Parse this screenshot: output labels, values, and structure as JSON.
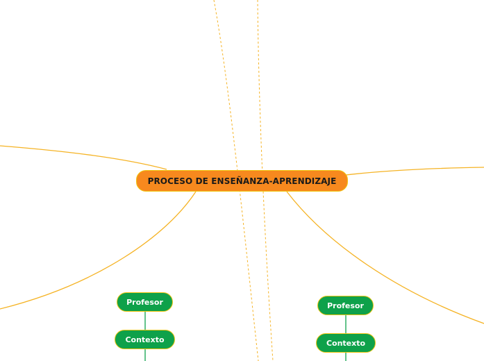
{
  "diagram": {
    "central_topic": "PROCESO DE ENSEÑANZA-APRENDIZAJE",
    "branches": [
      {
        "nodes": [
          {
            "label": "Profesor"
          },
          {
            "label": "Contexto"
          }
        ]
      },
      {
        "nodes": [
          {
            "label": "Profesor"
          },
          {
            "label": "Contexto"
          }
        ]
      }
    ]
  },
  "colors": {
    "central_fill": "#f7891e",
    "node_fill": "#0ea14a",
    "node_border": "#f1c40f",
    "connector": "#f5b324",
    "sub_connector": "#0ea14a"
  }
}
